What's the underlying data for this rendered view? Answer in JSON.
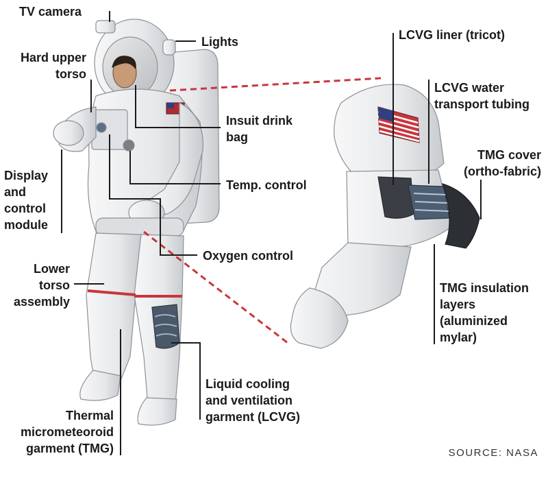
{
  "labels": {
    "tv_camera": "TV camera",
    "lights": "Lights",
    "hard_upper_torso": [
      "Hard upper",
      "torso"
    ],
    "insuit_drink_bag": [
      "Insuit drink",
      "bag"
    ],
    "display_control_module": [
      "Display",
      "and",
      "control",
      "module"
    ],
    "temp_control": "Temp. control",
    "oxygen_control": "Oxygen control",
    "lower_torso_assembly": [
      "Lower",
      "torso",
      "assembly"
    ],
    "liquid_cooling_garment": [
      "Liquid cooling",
      "and ventilation",
      "garment (LCVG)"
    ],
    "thermal_micrometeoroid_garment": [
      "Thermal",
      "micrometeoroid",
      "garment (TMG)"
    ],
    "lcvg_liner": "LCVG liner (tricot)",
    "lcvg_water_tubing": [
      "LCVG water",
      "transport tubing"
    ],
    "tmg_cover": [
      "TMG cover",
      "(ortho-fabric)"
    ],
    "tmg_insulation": [
      "TMG insulation",
      "layers",
      "(aluminized",
      "mylar)"
    ]
  },
  "source": "SOURCE: NASA",
  "colors": {
    "suit": "#ecedee",
    "suit_shadow": "#c9ccd0",
    "accent_red": "#c8363c",
    "leader": "#1a1a1a",
    "zoom_dash": "#c8363c"
  }
}
